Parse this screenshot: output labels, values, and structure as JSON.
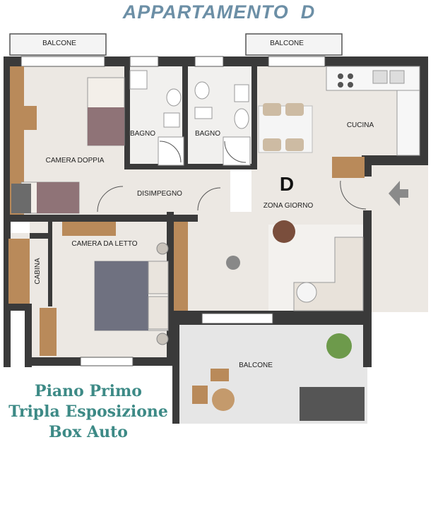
{
  "title": "APPARTAMENTO  D",
  "unit_letter": "D",
  "rooms": {
    "balcone_left": "BALCONE",
    "balcone_right": "BALCONE",
    "bagno_1": "BAGNO",
    "bagno_2": "BAGNO",
    "cucina": "CUCINA",
    "camera_doppia": "CAMERA DOPPIA",
    "disimpegno": "DISIMPEGNO",
    "zona_giorno": "ZONA GIORNO",
    "camera_da_letto": "CAMERA DA LETTO",
    "cabina": "CABINA",
    "balcone_bottom": "BALCONE"
  },
  "footer": {
    "line1": "Piano Primo",
    "line2": "Tripla Esposizione",
    "line3": "Box Auto"
  },
  "colors": {
    "wall": "#3a3a3a",
    "floor": "#ece8e3",
    "balcony": "#e6e6e6",
    "wood": "#b98a5a",
    "title": "#6c8fa6",
    "footer": "#3d8a86"
  }
}
